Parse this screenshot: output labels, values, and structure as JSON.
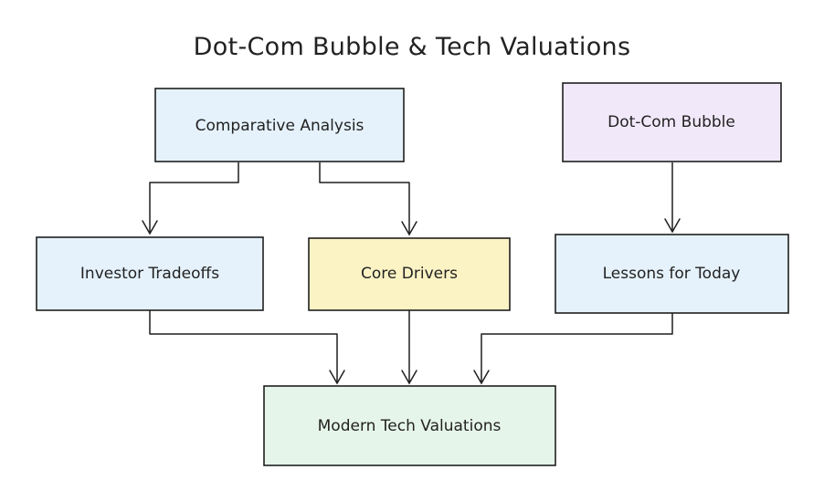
{
  "title": "Dot-Com Bubble & Tech Valuations",
  "nodes": {
    "comparative_analysis": {
      "label": "Comparative Analysis",
      "fill": "#e5f2fc"
    },
    "dot_com_bubble": {
      "label": "Dot-Com Bubble",
      "fill": "#f1e8fa"
    },
    "investor_tradeoffs": {
      "label": "Investor Tradeoffs",
      "fill": "#e5f2fc"
    },
    "core_drivers": {
      "label": "Core Drivers",
      "fill": "#fcf3c4"
    },
    "lessons_for_today": {
      "label": "Lessons for Today",
      "fill": "#e5f2fc"
    },
    "modern_tech_valuations": {
      "label": "Modern Tech Valuations",
      "fill": "#e6f5e9"
    }
  },
  "edges": [
    {
      "from": "comparative_analysis",
      "to": "investor_tradeoffs"
    },
    {
      "from": "comparative_analysis",
      "to": "core_drivers"
    },
    {
      "from": "dot_com_bubble",
      "to": "lessons_for_today"
    },
    {
      "from": "investor_tradeoffs",
      "to": "modern_tech_valuations"
    },
    {
      "from": "core_drivers",
      "to": "modern_tech_valuations"
    },
    {
      "from": "lessons_for_today",
      "to": "modern_tech_valuations"
    }
  ],
  "colors": {
    "stroke": "#1f1f1f",
    "text": "#222222",
    "modern_border": "#2b5f33"
  }
}
